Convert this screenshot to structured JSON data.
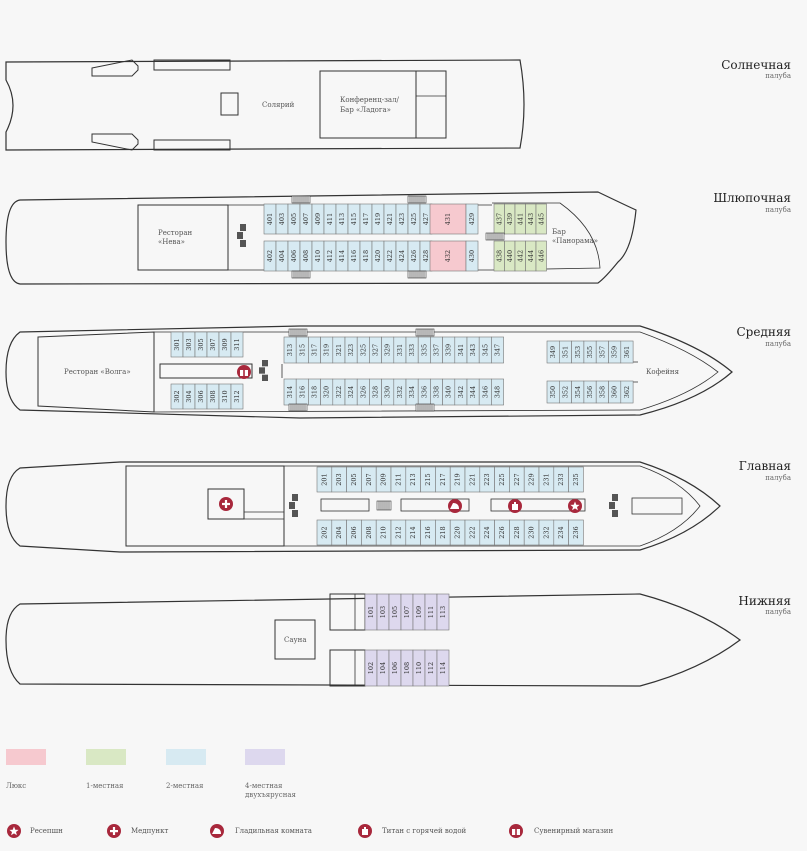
{
  "decks": [
    {
      "name": "Солнечная",
      "sub": "палуба"
    },
    {
      "name": "Шлюпочная",
      "sub": "палуба"
    },
    {
      "name": "Средняя",
      "sub": "палуба"
    },
    {
      "name": "Главная",
      "sub": "палуба"
    },
    {
      "name": "Нижняя",
      "sub": "палуба"
    }
  ],
  "labels": {
    "solarium": "Солярий",
    "conf1": "Конференц-зал/",
    "conf2": "Бар «Ладога»",
    "rest_neva1": "Ресторан",
    "rest_neva2": "«Нева»",
    "bar_pan1": "Бар",
    "bar_pan2": "«Панорама»",
    "rest_volga": "Ресторан «Волга»",
    "coffee": "Кофейня",
    "sauna": "Сауна"
  },
  "colors": {
    "lux": "#f6c9cf",
    "single": "#d9e8c4",
    "double": "#d7eaf2",
    "quad": "#ddd8ee",
    "accent": "#a8283c",
    "outline": "#333333"
  },
  "cabins": {
    "boat_top_blue": [
      "401",
      "403",
      "405",
      "407",
      "409",
      "411",
      "413",
      "415",
      "417",
      "419",
      "421",
      "423",
      "425",
      "427"
    ],
    "boat_bot_blue": [
      "402",
      "404",
      "406",
      "408",
      "410",
      "412",
      "414",
      "416",
      "418",
      "420",
      "422",
      "424",
      "426",
      "428"
    ],
    "boat_top_lux": [
      "431",
      "429"
    ],
    "boat_bot_lux": [
      "432",
      "430"
    ],
    "boat_top_green": [
      "437",
      "439",
      "441",
      "443",
      "445"
    ],
    "boat_bot_green": [
      "438",
      "440",
      "442",
      "444",
      "446"
    ],
    "mid_top_left": [
      "301",
      "303",
      "305",
      "307",
      "309",
      "311"
    ],
    "mid_bot_left": [
      "302",
      "304",
      "306",
      "308",
      "310",
      "312"
    ],
    "mid_top_center": [
      "313",
      "315",
      "317",
      "319",
      "321",
      "323",
      "325",
      "327",
      "329",
      "331",
      "333",
      "335",
      "337",
      "339",
      "341",
      "343",
      "345",
      "347"
    ],
    "mid_bot_center": [
      "314",
      "316",
      "318",
      "320",
      "322",
      "324",
      "326",
      "328",
      "330",
      "332",
      "334",
      "336",
      "338",
      "340",
      "342",
      "344",
      "346",
      "348"
    ],
    "mid_top_right": [
      "349",
      "351",
      "353",
      "355",
      "357",
      "359",
      "361"
    ],
    "mid_bot_right": [
      "350",
      "352",
      "354",
      "356",
      "358",
      "360",
      "362"
    ],
    "main_top": [
      "201",
      "203",
      "205",
      "207",
      "209",
      "211",
      "213",
      "215",
      "217",
      "219",
      "221",
      "223",
      "225",
      "227",
      "229",
      "231",
      "233",
      "235"
    ],
    "main_bot": [
      "202",
      "204",
      "206",
      "208",
      "210",
      "212",
      "214",
      "216",
      "218",
      "220",
      "222",
      "224",
      "226",
      "228",
      "230",
      "232",
      "234",
      "236"
    ],
    "lower_top": [
      "101",
      "103",
      "105",
      "107",
      "109",
      "111",
      "113"
    ],
    "lower_bot": [
      "102",
      "104",
      "106",
      "108",
      "110",
      "112",
      "114"
    ]
  },
  "legend": {
    "colors": [
      {
        "label": "Люкс",
        "color": "#f6c9cf"
      },
      {
        "label": "1-местная",
        "color": "#d9e8c4"
      },
      {
        "label": "2-местная",
        "color": "#d7eaf2"
      },
      {
        "label": "4-местная",
        "label2": "двухъярусная",
        "color": "#ddd8ee"
      }
    ],
    "icons": [
      {
        "icon": "star-icon",
        "label": "Ресепшн"
      },
      {
        "icon": "plus-icon",
        "label": "Медпункт"
      },
      {
        "icon": "iron-icon",
        "label": "Гладильная комната"
      },
      {
        "icon": "kettle-icon",
        "label": "Титан с горячей водой"
      },
      {
        "icon": "gift-icon",
        "label": "Сувенирный магазин"
      }
    ]
  }
}
